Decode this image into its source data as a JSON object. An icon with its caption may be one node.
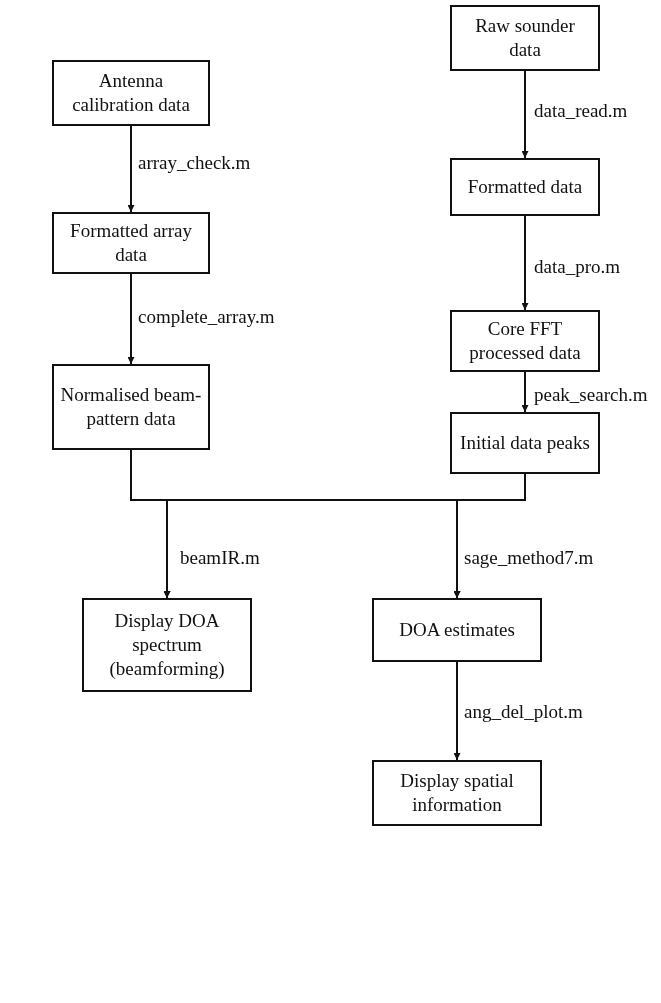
{
  "diagram": {
    "nodes": [
      {
        "text": [
          "Raw sounder data"
        ]
      },
      {
        "text": [
          "Antenna calibration data"
        ]
      },
      {
        "text": [
          "Formatted data"
        ]
      },
      {
        "text": [
          "Formatted array data"
        ]
      },
      {
        "text": [
          "Core FFT processed data"
        ]
      },
      {
        "text": [
          "Normalised beam-pattern data"
        ]
      },
      {
        "text": [
          "Initial data peaks"
        ]
      },
      {
        "text": [
          "Display DOA spectrum (beamforming)"
        ]
      },
      {
        "text": [
          "DOA estimates"
        ]
      },
      {
        "text": [
          "Display spatial information"
        ]
      }
    ],
    "edges": [
      {
        "from": 0,
        "to": 2,
        "arrow": "to",
        "label": "data_read.m"
      },
      {
        "from": 1,
        "to": 3,
        "arrow": "to",
        "label": "array_check.m"
      },
      {
        "from": 2,
        "to": 4,
        "arrow": "to",
        "label": "data_pro.m"
      },
      {
        "from": 3,
        "to": 5,
        "arrow": "to",
        "label": "complete_array.m"
      },
      {
        "from": 4,
        "to": 6,
        "arrow": "to",
        "label": "peak_search.m"
      },
      {
        "from": 5,
        "to": 7,
        "arrow": "to",
        "label": "beamIR.m"
      },
      {
        "from": 5,
        "to": 8,
        "arrow": "to"
      },
      {
        "from": 6,
        "to": 7,
        "arrow": "to"
      },
      {
        "from": 6,
        "to": 8,
        "arrow": "to",
        "label": "sage_method7.m"
      },
      {
        "from": 8,
        "to": 9,
        "arrow": "to",
        "label": "ang_del_plot.m"
      }
    ]
  }
}
